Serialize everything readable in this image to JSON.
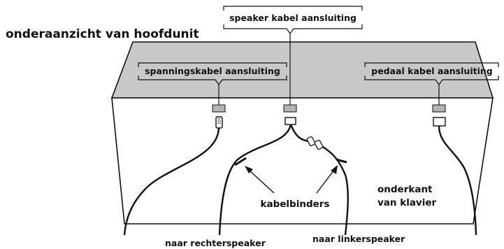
{
  "title": "onderaanzicht van hoofdunit",
  "labels": {
    "speaker_connection": "speaker kabel aansluiting",
    "power_connection": "spanningskabel aansluiting",
    "pedal_connection": "pedaal kabel aansluiting",
    "cable_ties": "kabelbinders",
    "underside_line1": "onderkant",
    "underside_line2": "van klavier",
    "right_speaker": "naar rechterspeaker",
    "left_speaker": "naar linkerspeaker"
  },
  "colors": {
    "top_face": "#c8c8c8",
    "connector": "#b4b4b4",
    "line": "#111111",
    "background": "#ffffff"
  }
}
